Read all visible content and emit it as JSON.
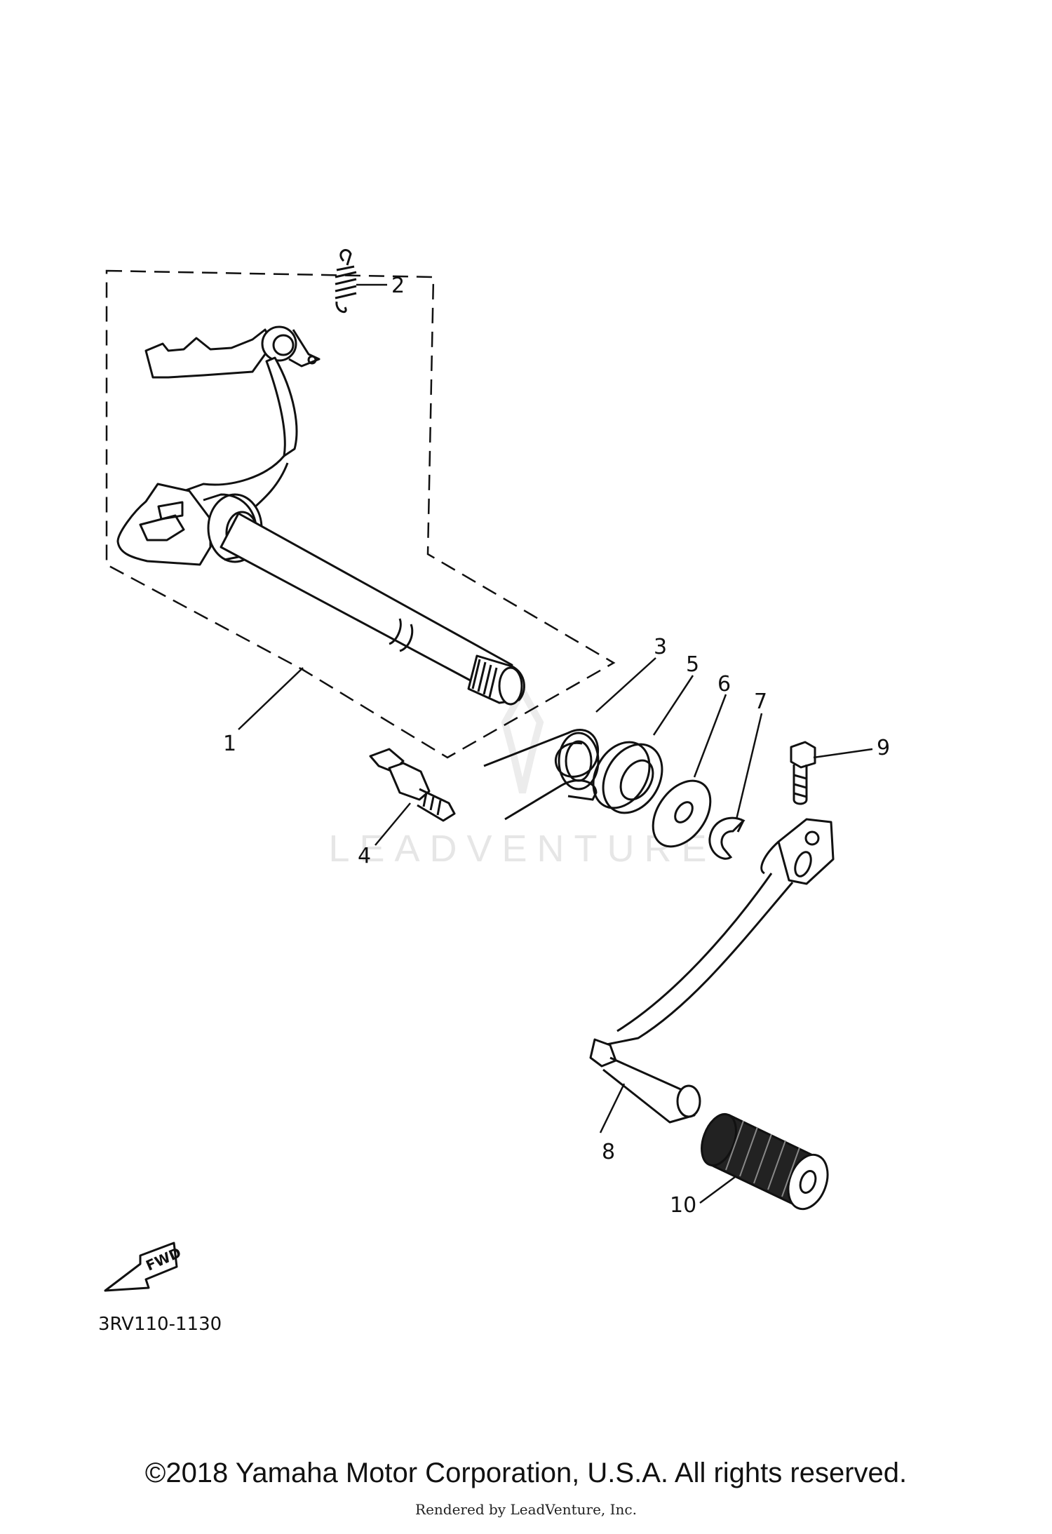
{
  "callouts": {
    "c1": "1",
    "c2": "2",
    "c3": "3",
    "c4": "4",
    "c5": "5",
    "c6": "6",
    "c7": "7",
    "c8": "8",
    "c9": "9",
    "c10": "10"
  },
  "fwd_label": "FWD",
  "part_code": "3RV110-1130",
  "watermark": "LEADVENTURE",
  "copyright": "©2018 Yamaha Motor Corporation, U.S.A. All rights reserved.",
  "rendered_by": "Rendered by LeadVenture, Inc."
}
